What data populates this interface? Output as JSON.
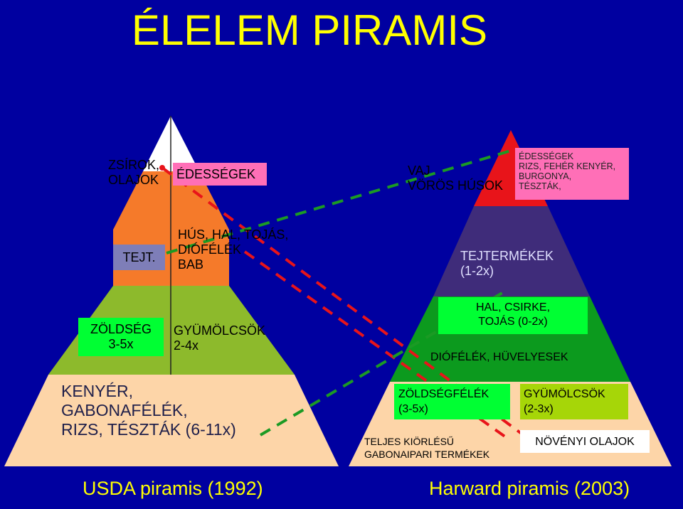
{
  "title": "ÉLELEM PIRAMIS",
  "colors": {
    "background": "#0000A0",
    "title": "#FFFF00",
    "white": "#FFFFFF",
    "orange": "#F57A2A",
    "olive": "#8DBA2C",
    "peach": "#FDD5A8",
    "red": "#E8141A",
    "purple": "#3F2C7A",
    "green": "#0C9A1E",
    "lightgreen": "#00FF33",
    "yellowgreen": "#A6D608",
    "pink": "#FF6FB7",
    "light_purple": "#7E7EB8",
    "red_dashes": "#E8141A",
    "green_dashes": "#1B9A24"
  },
  "usda": {
    "caption": "USDA piramis (1992)",
    "top_left": [
      "ZSÍROK,",
      "OLAJOK"
    ],
    "sweets": "ÉDESSÉGEK",
    "milk": "TEJT.",
    "protein": [
      "HÚS, HAL, TOJÁS,",
      "DIÓFÉLÉK",
      "BAB"
    ],
    "vegetables": [
      "ZÖLDSÉG",
      "3-5x"
    ],
    "fruits": [
      "GYÜMÖLCSÖK",
      "2-4x"
    ],
    "grains": [
      "KENYÉR,",
      "GABONAFÉLÉK,",
      "RIZS, TÉSZTÁK (6-11x)"
    ]
  },
  "harvard": {
    "caption": "Harward piramis (2003)",
    "top_left": [
      "VAJ",
      "VÖRÖS HÚSOK"
    ],
    "top_right": [
      "ÉDESSÉGEK",
      "RIZS, FEHÉR KENYÉR,",
      "BURGONYA,",
      "TÉSZTÁK,"
    ],
    "dairy": [
      "TEJTERMÉKEK",
      "(1-2x)"
    ],
    "fish": [
      "HAL, CSIRKE,",
      "TOJÁS (0-2x)"
    ],
    "nuts": "DIÓFÉLÉK, HÜVELYESEK",
    "vegetables": [
      "ZÖLDSÉGFÉLÉK",
      "(3-5x)"
    ],
    "fruits": [
      "GYÜMÖLCSÖK",
      "(2-3x)"
    ],
    "wholegrain": [
      "TELJES KIÖRLÉSŰ",
      "GABONAIPARI TERMÉKEK"
    ],
    "oils": "NÖVÉNYI OLAJOK"
  }
}
